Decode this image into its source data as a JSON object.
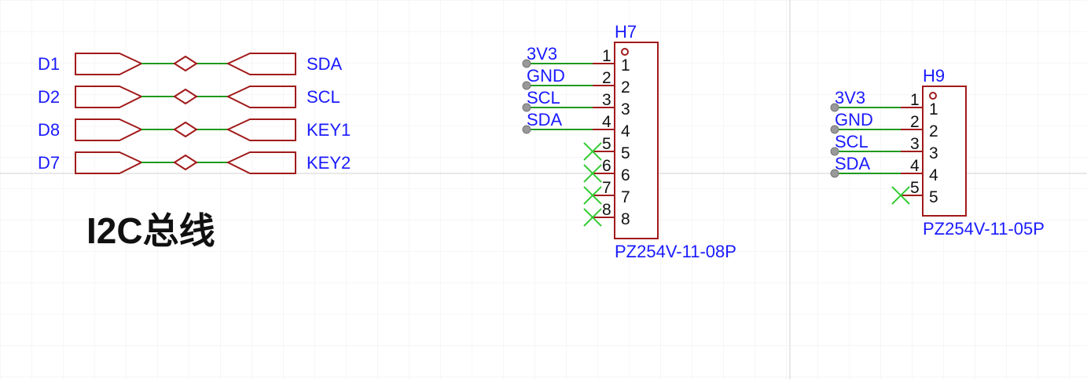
{
  "title": "I2C总线",
  "net_ports": [
    {
      "left": "D1",
      "right": "SDA"
    },
    {
      "left": "D2",
      "right": "SCL"
    },
    {
      "left": "D8",
      "right": "KEY1"
    },
    {
      "left": "D7",
      "right": "KEY2"
    }
  ],
  "connectors": [
    {
      "designator": "H7",
      "part": "PZ254V-11-08P",
      "pins": [
        "1",
        "2",
        "3",
        "4",
        "5",
        "6",
        "7",
        "8"
      ],
      "nets": [
        "3V3",
        "GND",
        "SCL",
        "SDA"
      ]
    },
    {
      "designator": "H9",
      "part": "PZ254V-11-05P",
      "pins": [
        "1",
        "2",
        "3",
        "4",
        "5"
      ],
      "nets": [
        "3V3",
        "GND",
        "SCL",
        "SDA"
      ]
    }
  ],
  "colors": {
    "grid": "#e4e4e4",
    "symbol": "#a11a1a",
    "wire": "#1e9a1e",
    "label": "#1a1aff",
    "no_connect": "#33cc33",
    "endpoint": "#999999"
  }
}
